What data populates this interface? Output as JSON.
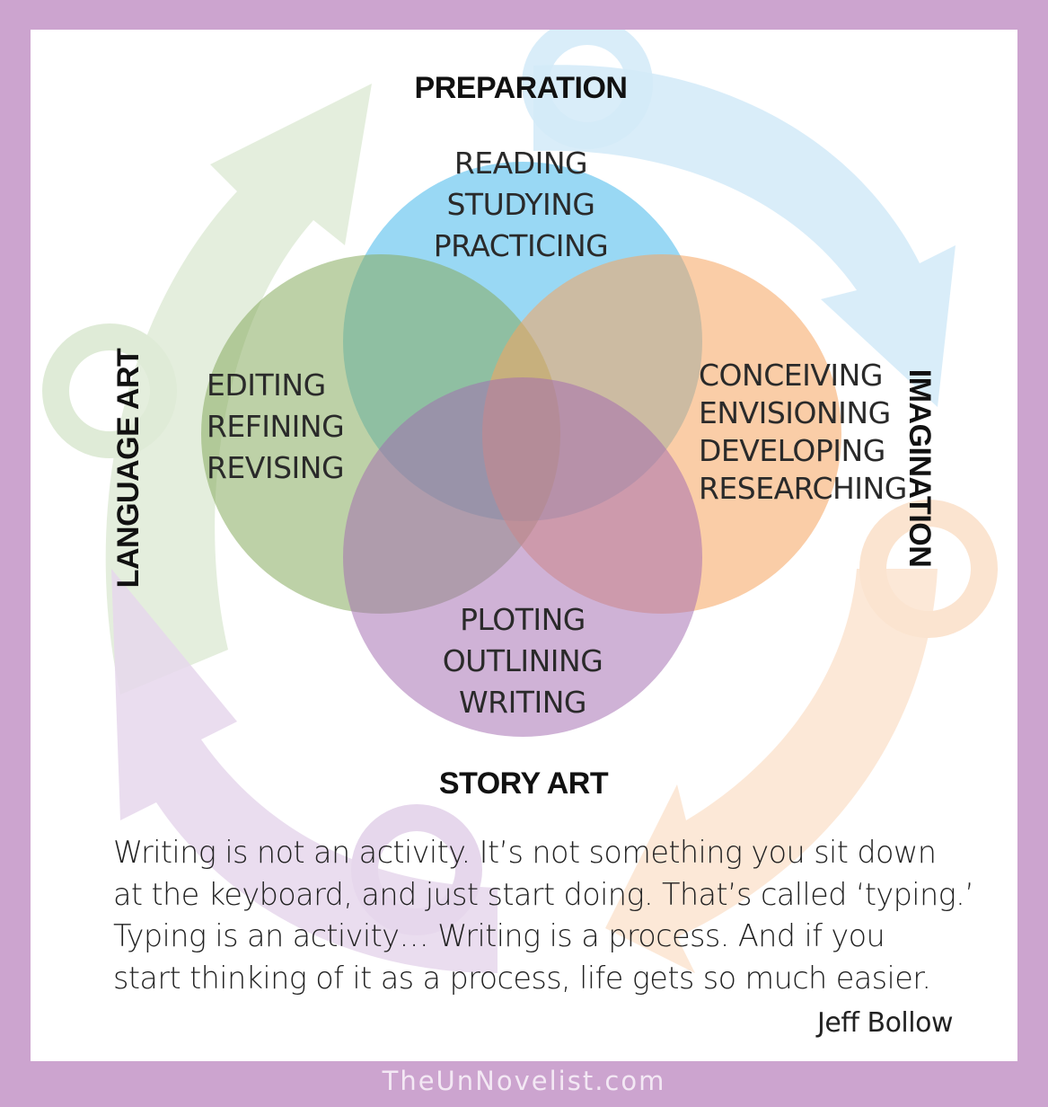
{
  "categories": {
    "top": "PREPARATION",
    "right": "IMAGINATION",
    "bottom": "STORY ART",
    "left": "LANGUAGE ART"
  },
  "circles": {
    "preparation": {
      "color": "#5bc0ee",
      "items": [
        "READING",
        "STUDYING",
        "PRACTICING"
      ]
    },
    "imagination": {
      "color": "#f6a45f",
      "items": [
        "CONCEIVING",
        "ENVISIONING",
        "DEVELOPING",
        "RESEARCHING"
      ]
    },
    "story_art": {
      "color": "#a36bb0",
      "items": [
        "PLOTING",
        "OUTLINING",
        "WRITING"
      ]
    },
    "language_art": {
      "color": "#86ac5f",
      "items": [
        "EDITING",
        "REFINING",
        "REVISING"
      ]
    }
  },
  "background_arrow_colors": [
    "#dfebd7",
    "#d2eaf8",
    "#fbe4d0",
    "#e6d7ec"
  ],
  "quote": {
    "lines": [
      "Writing is not an activity. It’s not something you sit down",
      "at the keyboard, and just start doing. That’s called ‘typing.’",
      "Typing is an activity… Writing is a process. And if you",
      "start thinking of it as a process, life gets so much easier."
    ],
    "author": "Jeff Bollow"
  },
  "site": "TheUnNovelist.com"
}
